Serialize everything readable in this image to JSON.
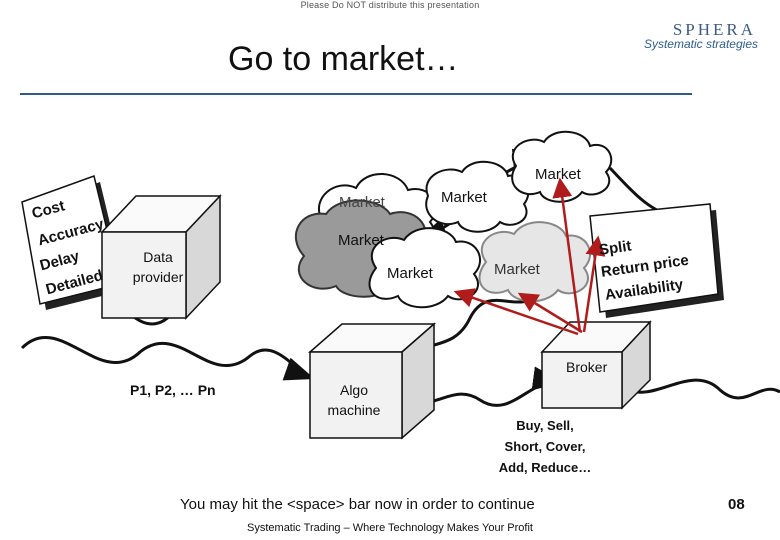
{
  "header": {
    "notice": "Please Do NOT distribute this presentation",
    "brand": "SPHERA",
    "brand_subtitle": "Systematic strategies",
    "title": "Go to market…"
  },
  "diagram": {
    "cost_note": [
      "Cost",
      "Accuracy",
      "Delay",
      "Detailed"
    ],
    "data_provider": "Data provider",
    "stream_label": "P1, P2, … Pn",
    "algo_machine": "Algo machine",
    "broker": "Broker",
    "orders": [
      "Buy, Sell,",
      "Short, Cover,",
      "Add, Reduce…"
    ],
    "split_note": [
      "Split",
      "Return price",
      "Availability"
    ],
    "markets": {
      "m1": "Market",
      "m2": "Market",
      "m3": "Market",
      "m4": "Market",
      "m5": "Market",
      "m6": "Market"
    }
  },
  "footer": {
    "message": "You may hit the <space> bar now in order to continue",
    "slide_number": "08",
    "tagline": "Systematic Trading – Where Technology Makes Your Profit"
  },
  "colors": {
    "accent_line": "#2f5c8c",
    "arrow_red": "#b01c1c",
    "cube_face": "#f2f2f2"
  }
}
